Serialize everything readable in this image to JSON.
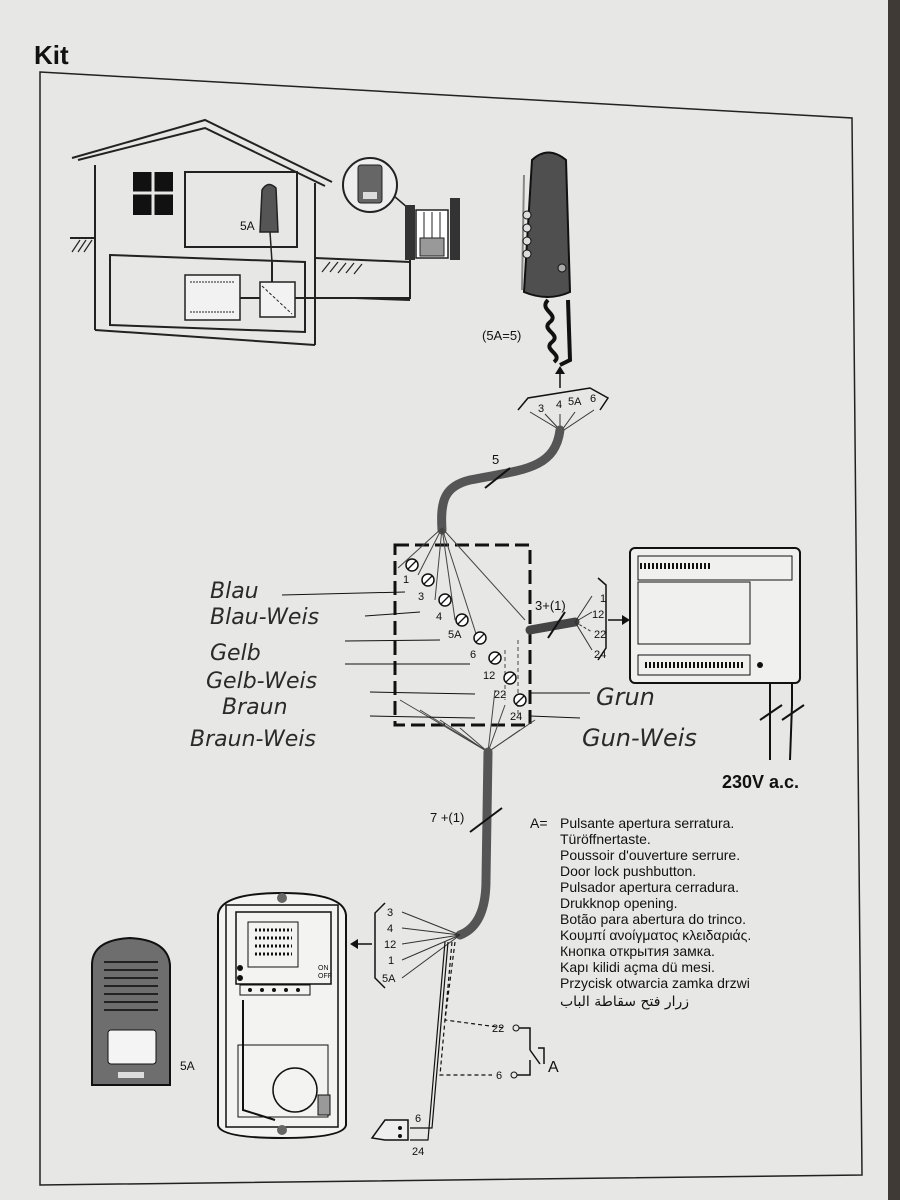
{
  "title": "Kit",
  "house": {
    "handset_label": "5A"
  },
  "handset": {
    "equivalence": "(5A=5)"
  },
  "top_connector": {
    "terminals": [
      "3",
      "4",
      "5A",
      "6"
    ]
  },
  "cables": {
    "handset_cable": "5",
    "panel_cable": "7 +(1)",
    "psu_cable": "3+(1)"
  },
  "junction": {
    "terminals": [
      "1",
      "3",
      "4",
      "5A",
      "6",
      "12",
      "22",
      "24"
    ]
  },
  "psu": {
    "terminals": [
      "1",
      "12",
      "22",
      "24"
    ],
    "voltage": "230V a.c."
  },
  "handwritten": {
    "left": [
      "Blau",
      "Blau-Weis",
      "Gelb",
      "Gelb-Weis",
      "Braun",
      "Braun-Weis"
    ],
    "right": [
      "Grun",
      "Gun-Weis"
    ]
  },
  "legend": {
    "key": "A=",
    "lines": [
      "Pulsante apertura serratura.",
      "Türöffnertaste.",
      "Poussoir d'ouverture serrure.",
      "Door lock pushbutton.",
      "Pulsador apertura cerradura.",
      "Drukknop opening.",
      "Botão para abertura do trinco.",
      "Κουμπί ανοίγματος κλειδαριάς.",
      "Кнопка открытия замка.",
      "Kapı kilidi açma dü mesi.",
      "Przycisk otwarcia zamka drzwi",
      "زرار فتح سقاطة الباب"
    ]
  },
  "door_panel": {
    "label": "5A",
    "terminals": [
      "3",
      "4",
      "12",
      "1",
      "5A"
    ],
    "switch": [
      "ON",
      "OFF"
    ]
  },
  "lock": {
    "terminals": [
      "22",
      "6"
    ],
    "button_label": "A"
  },
  "strike": {
    "terminals": [
      "6",
      "24"
    ]
  }
}
